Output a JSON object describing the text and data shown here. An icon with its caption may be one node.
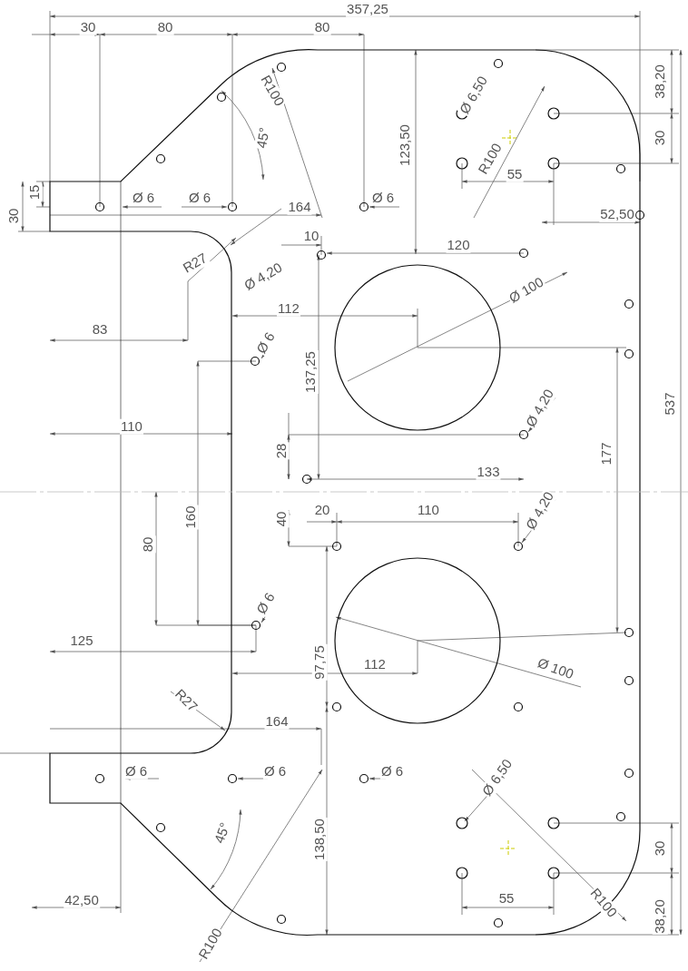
{
  "diagram": {
    "labels": [
      "357,25",
      "30",
      "80",
      "80",
      "R100",
      "Ø 6,50",
      "38,20",
      "45°",
      "30",
      "R100",
      "55",
      "123,50",
      "15",
      "Ø 6",
      "Ø 6",
      "Ø 6",
      "164",
      "52,50",
      "30",
      "10",
      "120",
      "R27",
      "Ø 4,20",
      "Ø 100",
      "112",
      "83",
      "Ø 6",
      "137,25",
      "537",
      "Ø 4,20",
      "110",
      "28",
      "177",
      "133",
      "20",
      "110",
      "Ø 4,20",
      "40",
      "160",
      "80",
      "Ø 6",
      "125",
      "97,75",
      "112",
      "Ø 100",
      "R27",
      "164",
      "Ø 6",
      "Ø 6",
      "Ø 6",
      "Ø 6,50",
      "45°",
      "138,50",
      "30",
      "42,50",
      "55",
      "R100",
      "38,20",
      "R100"
    ]
  }
}
